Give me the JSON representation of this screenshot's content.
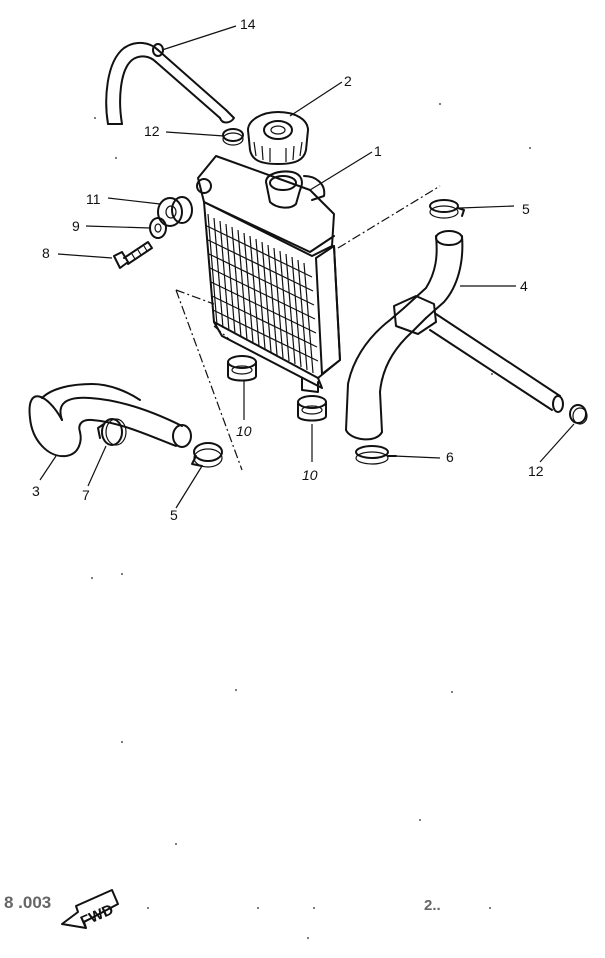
{
  "callouts": {
    "c1": "1",
    "c2": "2",
    "c3": "3",
    "c4": "4",
    "c5a": "5",
    "c5b": "5",
    "c6": "6",
    "c7": "7",
    "c8": "8",
    "c9": "9",
    "c10a": "10",
    "c10b": "10",
    "c11": "11",
    "c12a": "12",
    "c12b": "12",
    "c14": "14"
  },
  "fwd_label": "FWD",
  "footer": {
    "left_code": "8 .003",
    "right_code": "2.."
  }
}
